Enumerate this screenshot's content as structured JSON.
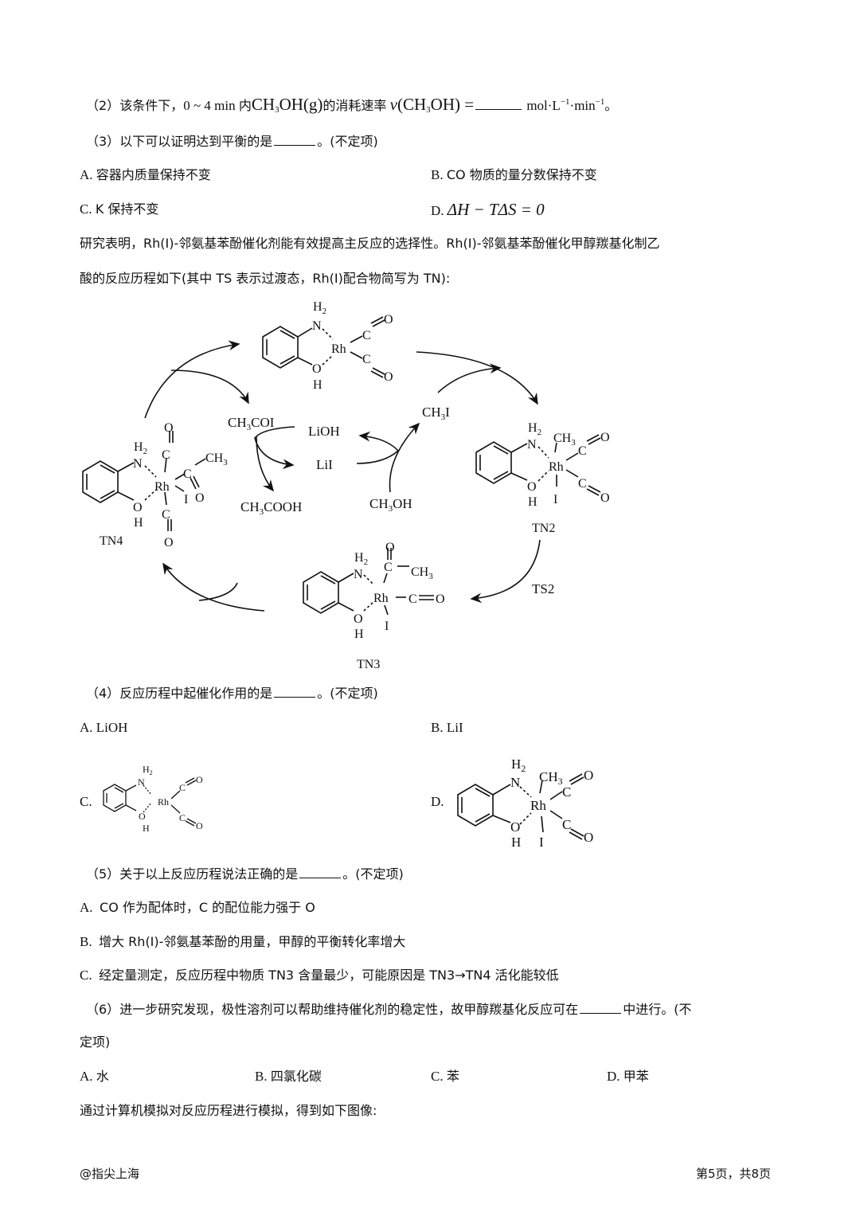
{
  "q2": {
    "label": "（2）",
    "text_a": "该条件下，",
    "range": "0 ~ 4 min",
    "text_b": "内",
    "species": "CH3OH(g)",
    "text_c": "的消耗速率",
    "rate_expr": "v(CH3OH) =",
    "unit": "mol·L⁻¹·min⁻¹",
    "end": "。"
  },
  "q3": {
    "label": "（3）",
    "prompt": "以下可以证明达到平衡的是",
    "suffix": "。(不定项)",
    "options": [
      {
        "key": "A.",
        "text": "容器内质量保持不变"
      },
      {
        "key": "B.",
        "text": "CO 物质的量分数保持不变"
      },
      {
        "key": "C.",
        "text": "K 保持不变"
      },
      {
        "key": "D.",
        "text": "ΔH − TΔS = 0"
      }
    ]
  },
  "intro": {
    "line1": "研究表明，Rh(Ⅰ)-邻氨基苯酚催化剂能有效提高主反应的选择性。Rh(Ⅰ)-邻氨基苯酚催化甲醇羰基化制乙",
    "line2": "酸的反应历程如下(其中 TS 表示过渡态，Rh(Ⅰ)配合物简写为 TN):"
  },
  "diagram": {
    "labels": {
      "tn2": "TN2",
      "tn3": "TN3",
      "tn4": "TN4",
      "ts2": "TS2",
      "ch3coi": "CH3COI",
      "lioh": "LiOH",
      "lii": "LiI",
      "ch3cooh": "CH3COOH",
      "ch3oh": "CH3OH",
      "ch3i": "CH3I"
    },
    "atoms": {
      "rh": "Rh",
      "n": "N",
      "o": "O",
      "h": "H",
      "h2": "H2",
      "c": "C",
      "i": "I",
      "ch3": "CH3"
    }
  },
  "q4": {
    "label": "（4）",
    "prompt": "反应历程中起催化作用的是",
    "suffix": "。(不定项)",
    "options": [
      {
        "key": "A.",
        "text": "LiOH"
      },
      {
        "key": "B.",
        "text": "LiI"
      },
      {
        "key": "C.",
        "text": "[Rh(CO)2(邻氨基苯酚)] structure"
      },
      {
        "key": "D.",
        "text": "[Rh(CH3)(I)(CO)2(邻氨基苯酚)] structure"
      }
    ]
  },
  "q5": {
    "label": "（5）",
    "prompt": "关于以上反应历程说法正确的是",
    "suffix": "。(不定项)",
    "options": [
      {
        "key": "A.",
        "text": "CO 作为配体时，C 的配位能力强于 O"
      },
      {
        "key": "B.",
        "text": "增大 Rh(Ⅰ)-邻氨基苯酚的用量，甲醇的平衡转化率增大"
      },
      {
        "key": "C.",
        "text": "经定量测定，反应历程中物质 TN3 含量最少，可能原因是 TN3→TN4 活化能较低"
      }
    ]
  },
  "q6": {
    "label": "（6）",
    "prompt": "进一步研究发现，极性溶剂可以帮助维持催化剂的稳定性，故甲醇羰基化反应可在",
    "suffix": "中进行。(不",
    "suffix2": "定项)",
    "options": [
      {
        "key": "A.",
        "text": "水"
      },
      {
        "key": "B.",
        "text": "四氯化碳"
      },
      {
        "key": "C.",
        "text": "苯"
      },
      {
        "key": "D.",
        "text": "甲苯"
      }
    ]
  },
  "outro": "通过计算机模拟对反应历程进行模拟，得到如下图像:",
  "footer": {
    "left": "@指尖上海",
    "right": "第5页，共8页"
  }
}
